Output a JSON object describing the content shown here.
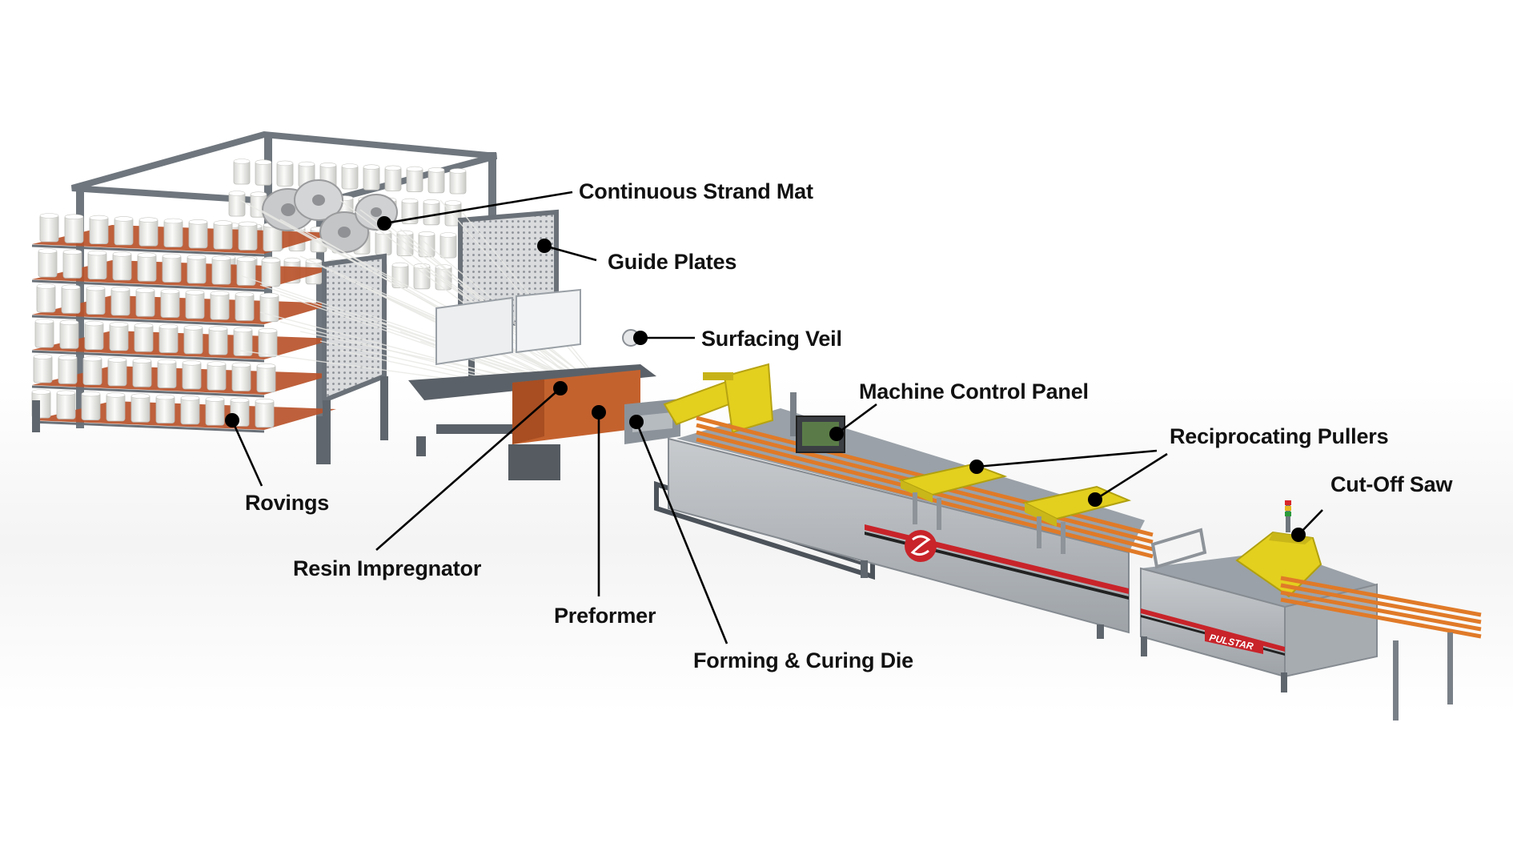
{
  "labels": {
    "continuous_strand_mat": "Continuous Strand Mat",
    "guide_plates": "Guide Plates",
    "surfacing_veil": "Surfacing Veil",
    "machine_control_panel": "Machine Control Panel",
    "reciprocating_pullers": "Reciprocating Pullers",
    "cut_off_saw": "Cut-Off Saw",
    "rovings": "Rovings",
    "resin_impregnator": "Resin Impregnator",
    "preformer": "Preformer",
    "forming_curing_die": "Forming & Curing Die"
  },
  "machine_brand": "PULSTAR",
  "colors": {
    "background": "#ffffff",
    "frame_gray": "#7d858d",
    "cabinet_gray": "#b3b7bb",
    "rust_orange": "#b8532a",
    "profile_orange": "#e07a28",
    "puller_yellow": "#e3cf1e",
    "stripe_red": "#c8242a",
    "spool_white": "#f3f3f1",
    "leader_black": "#000000"
  }
}
